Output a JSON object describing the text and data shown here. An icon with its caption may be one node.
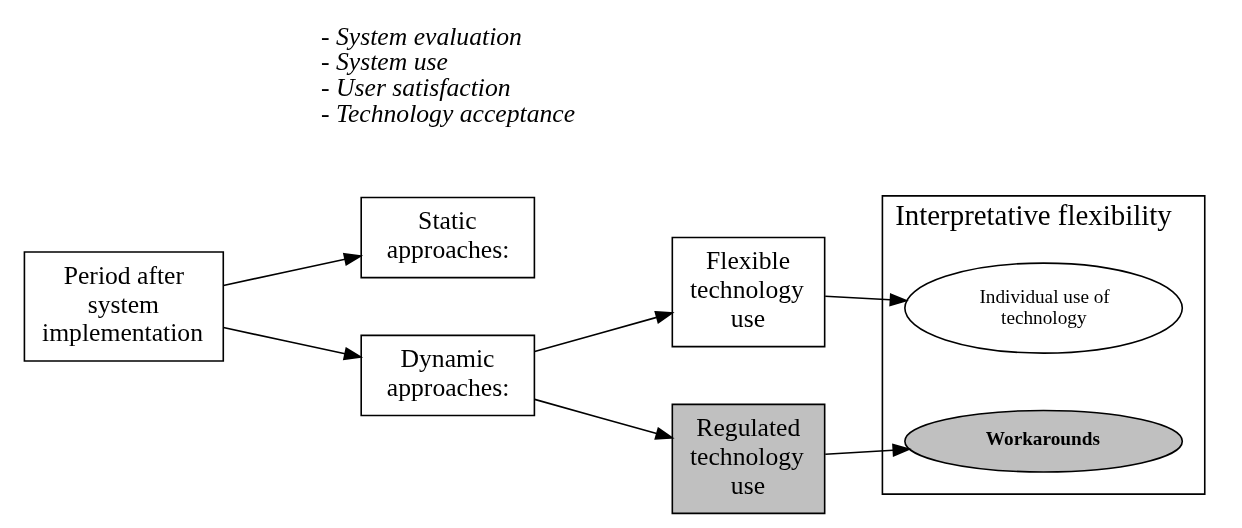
{
  "diagram": {
    "nodes": [
      {
        "text": [
          "Period after system implementation"
        ]
      },
      {
        "text": [
          "Static approaches:"
        ]
      },
      {
        "text": [
          "Dynamic approaches:"
        ]
      },
      {
        "text": [
          "Interpretative flexibility"
        ]
      },
      {
        "text": [
          "Flexible technology use"
        ]
      },
      {
        "text": [
          "Individual use of technology"
        ],
        "in": 3
      },
      {
        "text": [
          "Regulated technology use"
        ]
      },
      {
        "text": [
          "Workarounds"
        ],
        "in": 3
      }
    ],
    "edges": [
      {
        "from": 0,
        "to": 1,
        "arrow": "to"
      },
      {
        "from": 0,
        "to": 2,
        "arrow": "to"
      },
      {
        "from": 2,
        "to": 4,
        "arrow": "to"
      },
      {
        "from": 2,
        "to": 6,
        "arrow": "to"
      },
      {
        "from": 4,
        "to": 5,
        "arrow": "to"
      },
      {
        "from": 6,
        "to": 7,
        "arrow": "to"
      }
    ],
    "labels": [
      "- System evaluation",
      "- System use",
      "- User satisfaction",
      "- Technology acceptance"
    ]
  }
}
